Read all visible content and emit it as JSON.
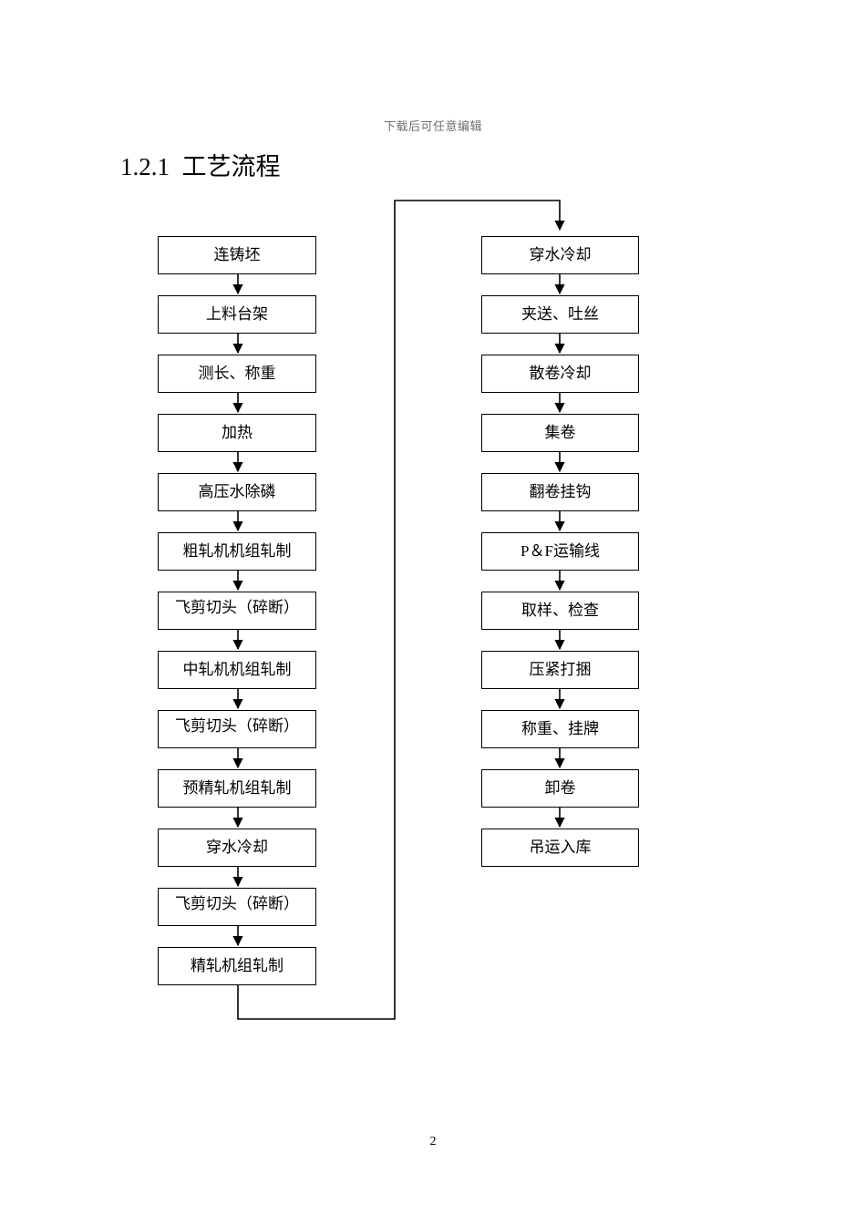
{
  "header": {
    "running_text": "下载后可任意编辑"
  },
  "heading": {
    "number": "1.2.1",
    "text": "1.2.1  工艺流程"
  },
  "footer": {
    "page_number": "2"
  },
  "flowchart": {
    "title": "工艺流程",
    "orientation": "two-column-snake",
    "line_color": "#000000",
    "box_fill": "#ffffff",
    "left_column": [
      {
        "id": "n1",
        "label": "连铸坯",
        "lines": 1
      },
      {
        "id": "n2",
        "label": "上料台架",
        "lines": 1
      },
      {
        "id": "n3",
        "label": "测长、称重",
        "lines": 1
      },
      {
        "id": "n4",
        "label": "加热",
        "lines": 1
      },
      {
        "id": "n5",
        "label": "高压水除磷",
        "lines": 1
      },
      {
        "id": "n6",
        "label": "粗轧机机组轧制",
        "lines": 1
      },
      {
        "id": "n7",
        "label": "飞剪切头（碎断）",
        "lines": 2
      },
      {
        "id": "n8",
        "label": "中轧机机组轧制",
        "lines": 1
      },
      {
        "id": "n9",
        "label": "飞剪切头（碎断）",
        "lines": 2
      },
      {
        "id": "n10",
        "label": "预精轧机组轧制",
        "lines": 1
      },
      {
        "id": "n11",
        "label": "穿水冷却",
        "lines": 1
      },
      {
        "id": "n12",
        "label": "飞剪切头（碎断）",
        "lines": 2
      },
      {
        "id": "n13",
        "label": "精轧机组轧制",
        "lines": 1
      }
    ],
    "right_column": [
      {
        "id": "n14",
        "label": "穿水冷却",
        "lines": 1
      },
      {
        "id": "n15",
        "label": "夹送、吐丝",
        "lines": 1
      },
      {
        "id": "n16",
        "label": "散卷冷却",
        "lines": 1
      },
      {
        "id": "n17",
        "label": "集卷",
        "lines": 1
      },
      {
        "id": "n18",
        "label": "翻卷挂钩",
        "lines": 1
      },
      {
        "id": "n19",
        "label": "P＆F运输线",
        "lines": 1
      },
      {
        "id": "n20",
        "label": "取样、检查",
        "lines": 1
      },
      {
        "id": "n21",
        "label": "压紧打捆",
        "lines": 1
      },
      {
        "id": "n22",
        "label": "称重、挂牌",
        "lines": 1
      },
      {
        "id": "n23",
        "label": "卸卷",
        "lines": 1
      },
      {
        "id": "n24",
        "label": "吊运入库",
        "lines": 1
      }
    ]
  }
}
